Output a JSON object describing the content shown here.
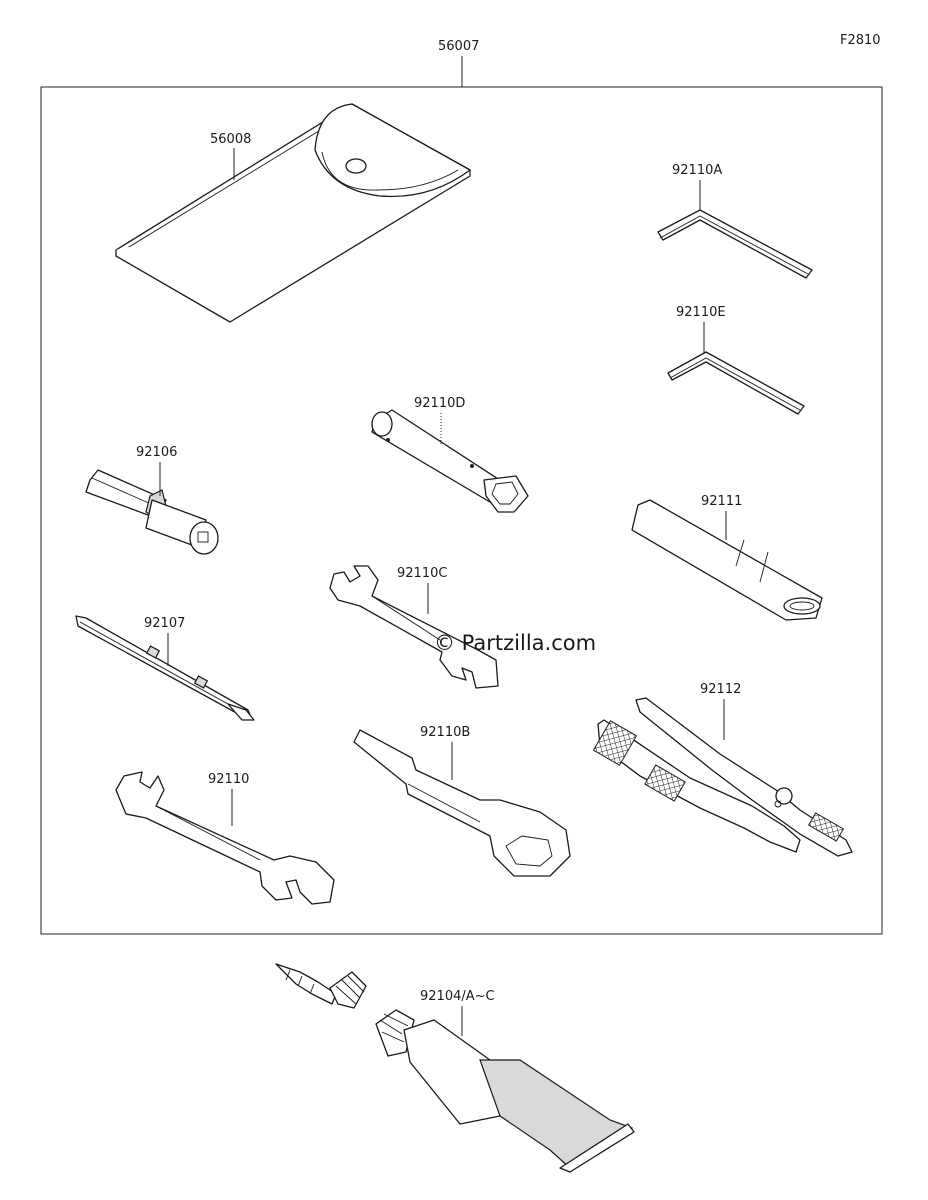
{
  "figure_code": "F2810",
  "watermark": "© Partzilla.com",
  "group_label": "56007",
  "parts": {
    "p56008": "56008",
    "p92110A": "92110A",
    "p92110E": "92110E",
    "p92110D": "92110D",
    "p92106": "92106",
    "p92111": "92111",
    "p92110C": "92110C",
    "p92107": "92107",
    "p92112": "92112",
    "p92110B": "92110B",
    "p92110": "92110",
    "p92104": "92104/A~C"
  }
}
